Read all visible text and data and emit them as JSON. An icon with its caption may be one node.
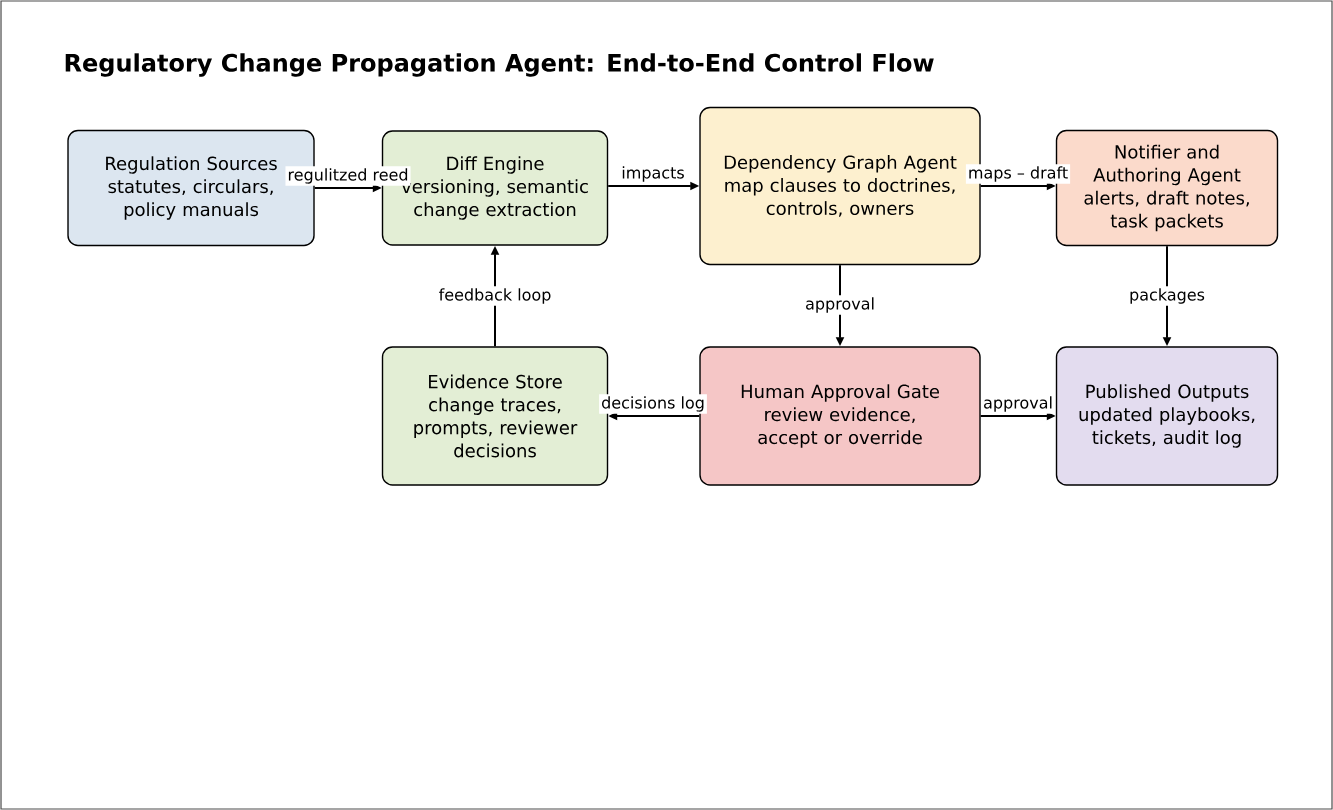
{
  "diagram": {
    "title": "Regulatory Change Propagation Agent: End-to-End Control Flow",
    "nodes": [
      {
        "text": [
          "Regulation Sources",
          "statutes, circulars, policy manuals"
        ]
      },
      {
        "text": [
          "Diff Engine",
          "versioning, semantic change extraction"
        ]
      },
      {
        "text": [
          "Dependency Graph Agent",
          "map clauses to doctrines, controls, owners"
        ]
      },
      {
        "text": [
          "Notifier and Authoring Agent",
          "alerts, draft notes, task packets"
        ]
      },
      {
        "text": [
          "Evidence Store",
          "change traces, prompts, reviewer decisions"
        ]
      },
      {
        "text": [
          "Human Approval Gate",
          "review evidence, accept or override"
        ]
      },
      {
        "text": [
          "Published Outputs",
          "updated playbooks, tickets, audit log"
        ]
      }
    ],
    "edges": [
      {
        "from": 0,
        "to": 1,
        "arrow": "to",
        "label": "regulitzed reed"
      },
      {
        "from": 1,
        "to": 2,
        "arrow": "to",
        "label": "impacts"
      },
      {
        "from": 2,
        "to": 3,
        "arrow": "to",
        "label": "maps – draft"
      },
      {
        "from": 2,
        "to": 5,
        "arrow": "to",
        "label": "approval"
      },
      {
        "from": 3,
        "to": 6,
        "arrow": "to",
        "label": "packages"
      },
      {
        "from": 5,
        "to": 4,
        "arrow": "to",
        "label": "decisions log"
      },
      {
        "from": 5,
        "to": 6,
        "arrow": "to",
        "label": "approval"
      },
      {
        "from": 4,
        "to": 1,
        "arrow": "to",
        "label": "feedback loop"
      }
    ]
  }
}
